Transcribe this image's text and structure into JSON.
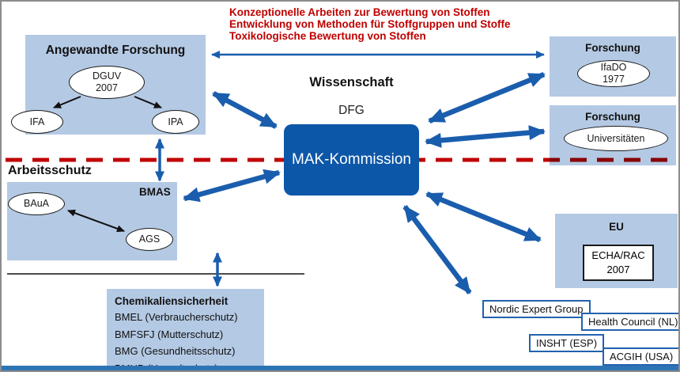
{
  "colors": {
    "accent_blue": "#0d57a8",
    "arrow_blue": "#1a5dad",
    "light_blue": "#b4c9e4",
    "red": "#c00000"
  },
  "header": {
    "lines": [
      "Konzeptionelle Arbeiten zur Bewertung von Stoffen",
      "Entwicklung von Methoden für Stoffgruppen und Stoffe",
      "Toxikologische Bewertung von Stoffen"
    ]
  },
  "wissenschaft": {
    "label": "Wissenschaft",
    "org": "DFG",
    "commission": "MAK-Kommission"
  },
  "angewandte_forschung": {
    "title": "Angewandte Forschung",
    "dguv_line1": "DGUV",
    "dguv_line2": "2007",
    "ifa": "IFA",
    "ipa": "IPA"
  },
  "arbeitsschutz": {
    "title": "Arbeitsschutz",
    "ministry": "BMAS",
    "baua": "BAuA",
    "ags": "AGS"
  },
  "chemikaliensicherheit": {
    "title": "Chemikaliensicherheit",
    "items": [
      "BMEL (Verbraucherschutz)",
      "BMFSFJ (Mutterschutz)",
      "BMG (Gesundheitsschutz)",
      "BMUB (Umweltschutz)"
    ]
  },
  "forschung_ifado": {
    "title": "Forschung",
    "org_line1": "IfaDO",
    "org_line2": "1977"
  },
  "forschung_unis": {
    "title": "Forschung",
    "org": "Universitäten"
  },
  "eu": {
    "title": "EU",
    "org_line1": "ECHA/RAC",
    "org_line2": "2007"
  },
  "international": {
    "nordic": "Nordic Expert Group",
    "nl": "Health Council (NL)",
    "esp": "INSHT (ESP)",
    "usa": "ACGIH (USA)"
  }
}
